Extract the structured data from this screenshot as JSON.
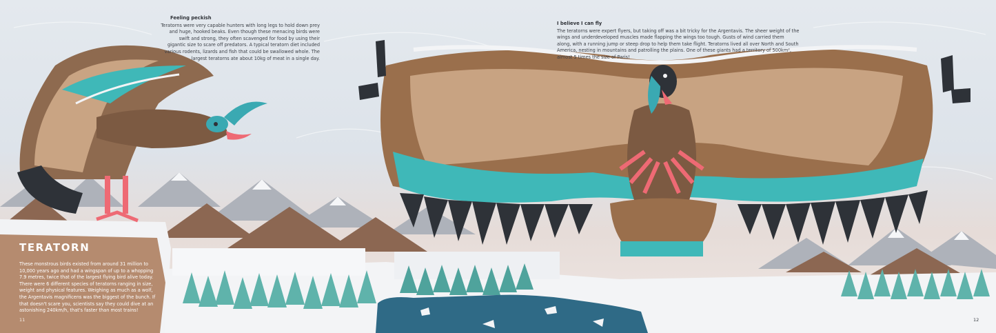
{
  "left_page": {
    "sidebar": {
      "title": "TERATORN",
      "body": "These monstrous birds existed from around 31 million to 10,000 years ago and had a wingspan of up to a whopping 7.9 metres, twice that of the largest flying bird alive today. There were 6 different species of teratorns ranging in size, weight and physical features. Weighing as much as a wolf, the Argentavis magnificens was the biggest of the bunch. If that doesn't scare you, scientists say they could dive at an astonishing 240km/h, that's faster than most trains!"
    },
    "feeling_peckish": {
      "heading": "Feeling peckish",
      "body": "Teratorns were very capable hunters with long legs to hold down prey and huge, hooked beaks. Even though these menacing birds were swift and strong, they often scavenged for food by using their gigantic size to scare off predators. A typical teratorn diet included various rodents, lizards and fish that could be swallowed whole. The largest teratorns ate about 10kg of meat in a single day."
    },
    "page_number": "11"
  },
  "right_page": {
    "i_believe_i_can_fly": {
      "heading": "I believe I can fly",
      "body": "The teratorns were expert flyers, but taking off was a bit tricky for the Argentavis. The sheer weight of the wings and underdeveloped muscles made flapping the wings too tough. Gusts of wind carried them along, with a running jump or steep drop to help them take flight. Teratorns lived all over North and South America, nesting in mountains and patrolling the plains. One of these giants had a territory of 500km², almost 5 times the size of Paris!"
    },
    "page_number": "12"
  },
  "palette": {
    "sky": "#e2e7ed",
    "snow": "#f3f4f6",
    "mountain_brown": "#8e6a55",
    "mountain_grey": "#a9adb5",
    "forest_teal": "#5fb3ab",
    "water_blue": "#2f6a86",
    "feather_brown": "#9a6f4c",
    "feather_light": "#c8a382",
    "feather_teal": "#3fb8b8",
    "feather_dark": "#2e3238",
    "beak_teal": "#3aa9b2",
    "skin_pink": "#ee6a74",
    "sidebar_brown": "#b58b6f"
  }
}
